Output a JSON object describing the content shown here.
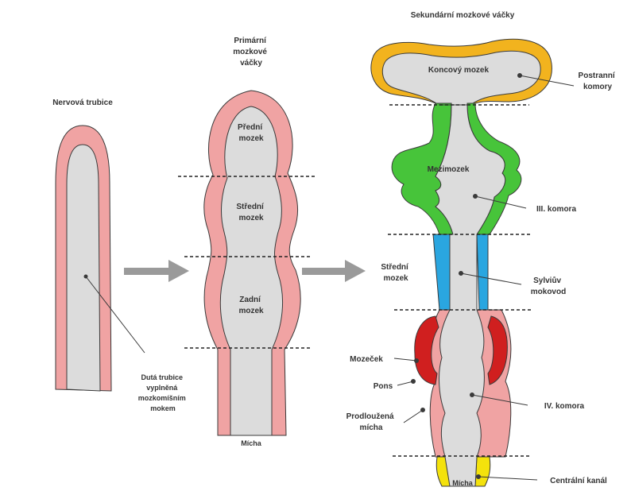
{
  "colors": {
    "outline": "#3a3a3a",
    "wall": "#f0a3a3",
    "cavity": "#dcdcdc",
    "telencephalon": "#f2b31e",
    "diencephalon": "#47c43a",
    "aqueduct": "#2aa6e0",
    "cerebellum": "#d01f1f",
    "spinal_canal": "#f4e20c",
    "arrow": "#9a9a9a",
    "label": "#333333"
  },
  "stage1": {
    "title": "Nervová trubice",
    "label_lines": [
      "Dutá trubice",
      "vyplněná",
      "mozkomíšním",
      "mokem"
    ]
  },
  "stage2": {
    "title_lines": [
      "Primární",
      "mozkové",
      "váčky"
    ],
    "vesicles": [
      {
        "lines": [
          "Přední",
          "mozek"
        ]
      },
      {
        "lines": [
          "Střední",
          "mozek"
        ]
      },
      {
        "lines": [
          "Zadní",
          "mozek"
        ]
      }
    ],
    "bottom": "Mícha"
  },
  "stage3": {
    "title": "Sekundární mozkové váčky",
    "inner_labels": {
      "telencephalon": "Koncový mozek",
      "diencephalon": "Mezimozek",
      "bottom": "Mícha"
    },
    "right_labels": {
      "lateral_ventricles": [
        "Postranní",
        "komory"
      ],
      "third_ventricle": "III. komora",
      "aqueduct": [
        "Sylviův",
        "mokovod"
      ],
      "fourth_ventricle": "IV. komora",
      "central_canal": "Centrální kanál"
    },
    "left_labels": {
      "midbrain": [
        "Střední",
        "mozek"
      ],
      "cerebellum": "Mozeček",
      "pons": "Pons",
      "medulla": [
        "Prodloužená",
        "mícha"
      ]
    }
  }
}
